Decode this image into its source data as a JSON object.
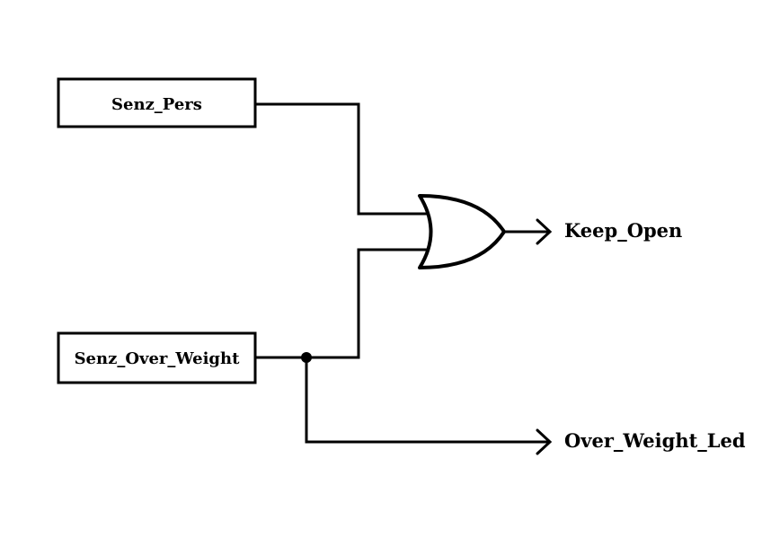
{
  "inputs": {
    "senz_pers": "Senz_Pers",
    "senz_over_weight": "Senz_Over_Weight"
  },
  "gate": {
    "type": "OR"
  },
  "outputs": {
    "keep_open": "Keep_Open",
    "over_weight_led": "Over_Weight_Led"
  },
  "colors": {
    "line": "#000000",
    "background": "#ffffff"
  }
}
